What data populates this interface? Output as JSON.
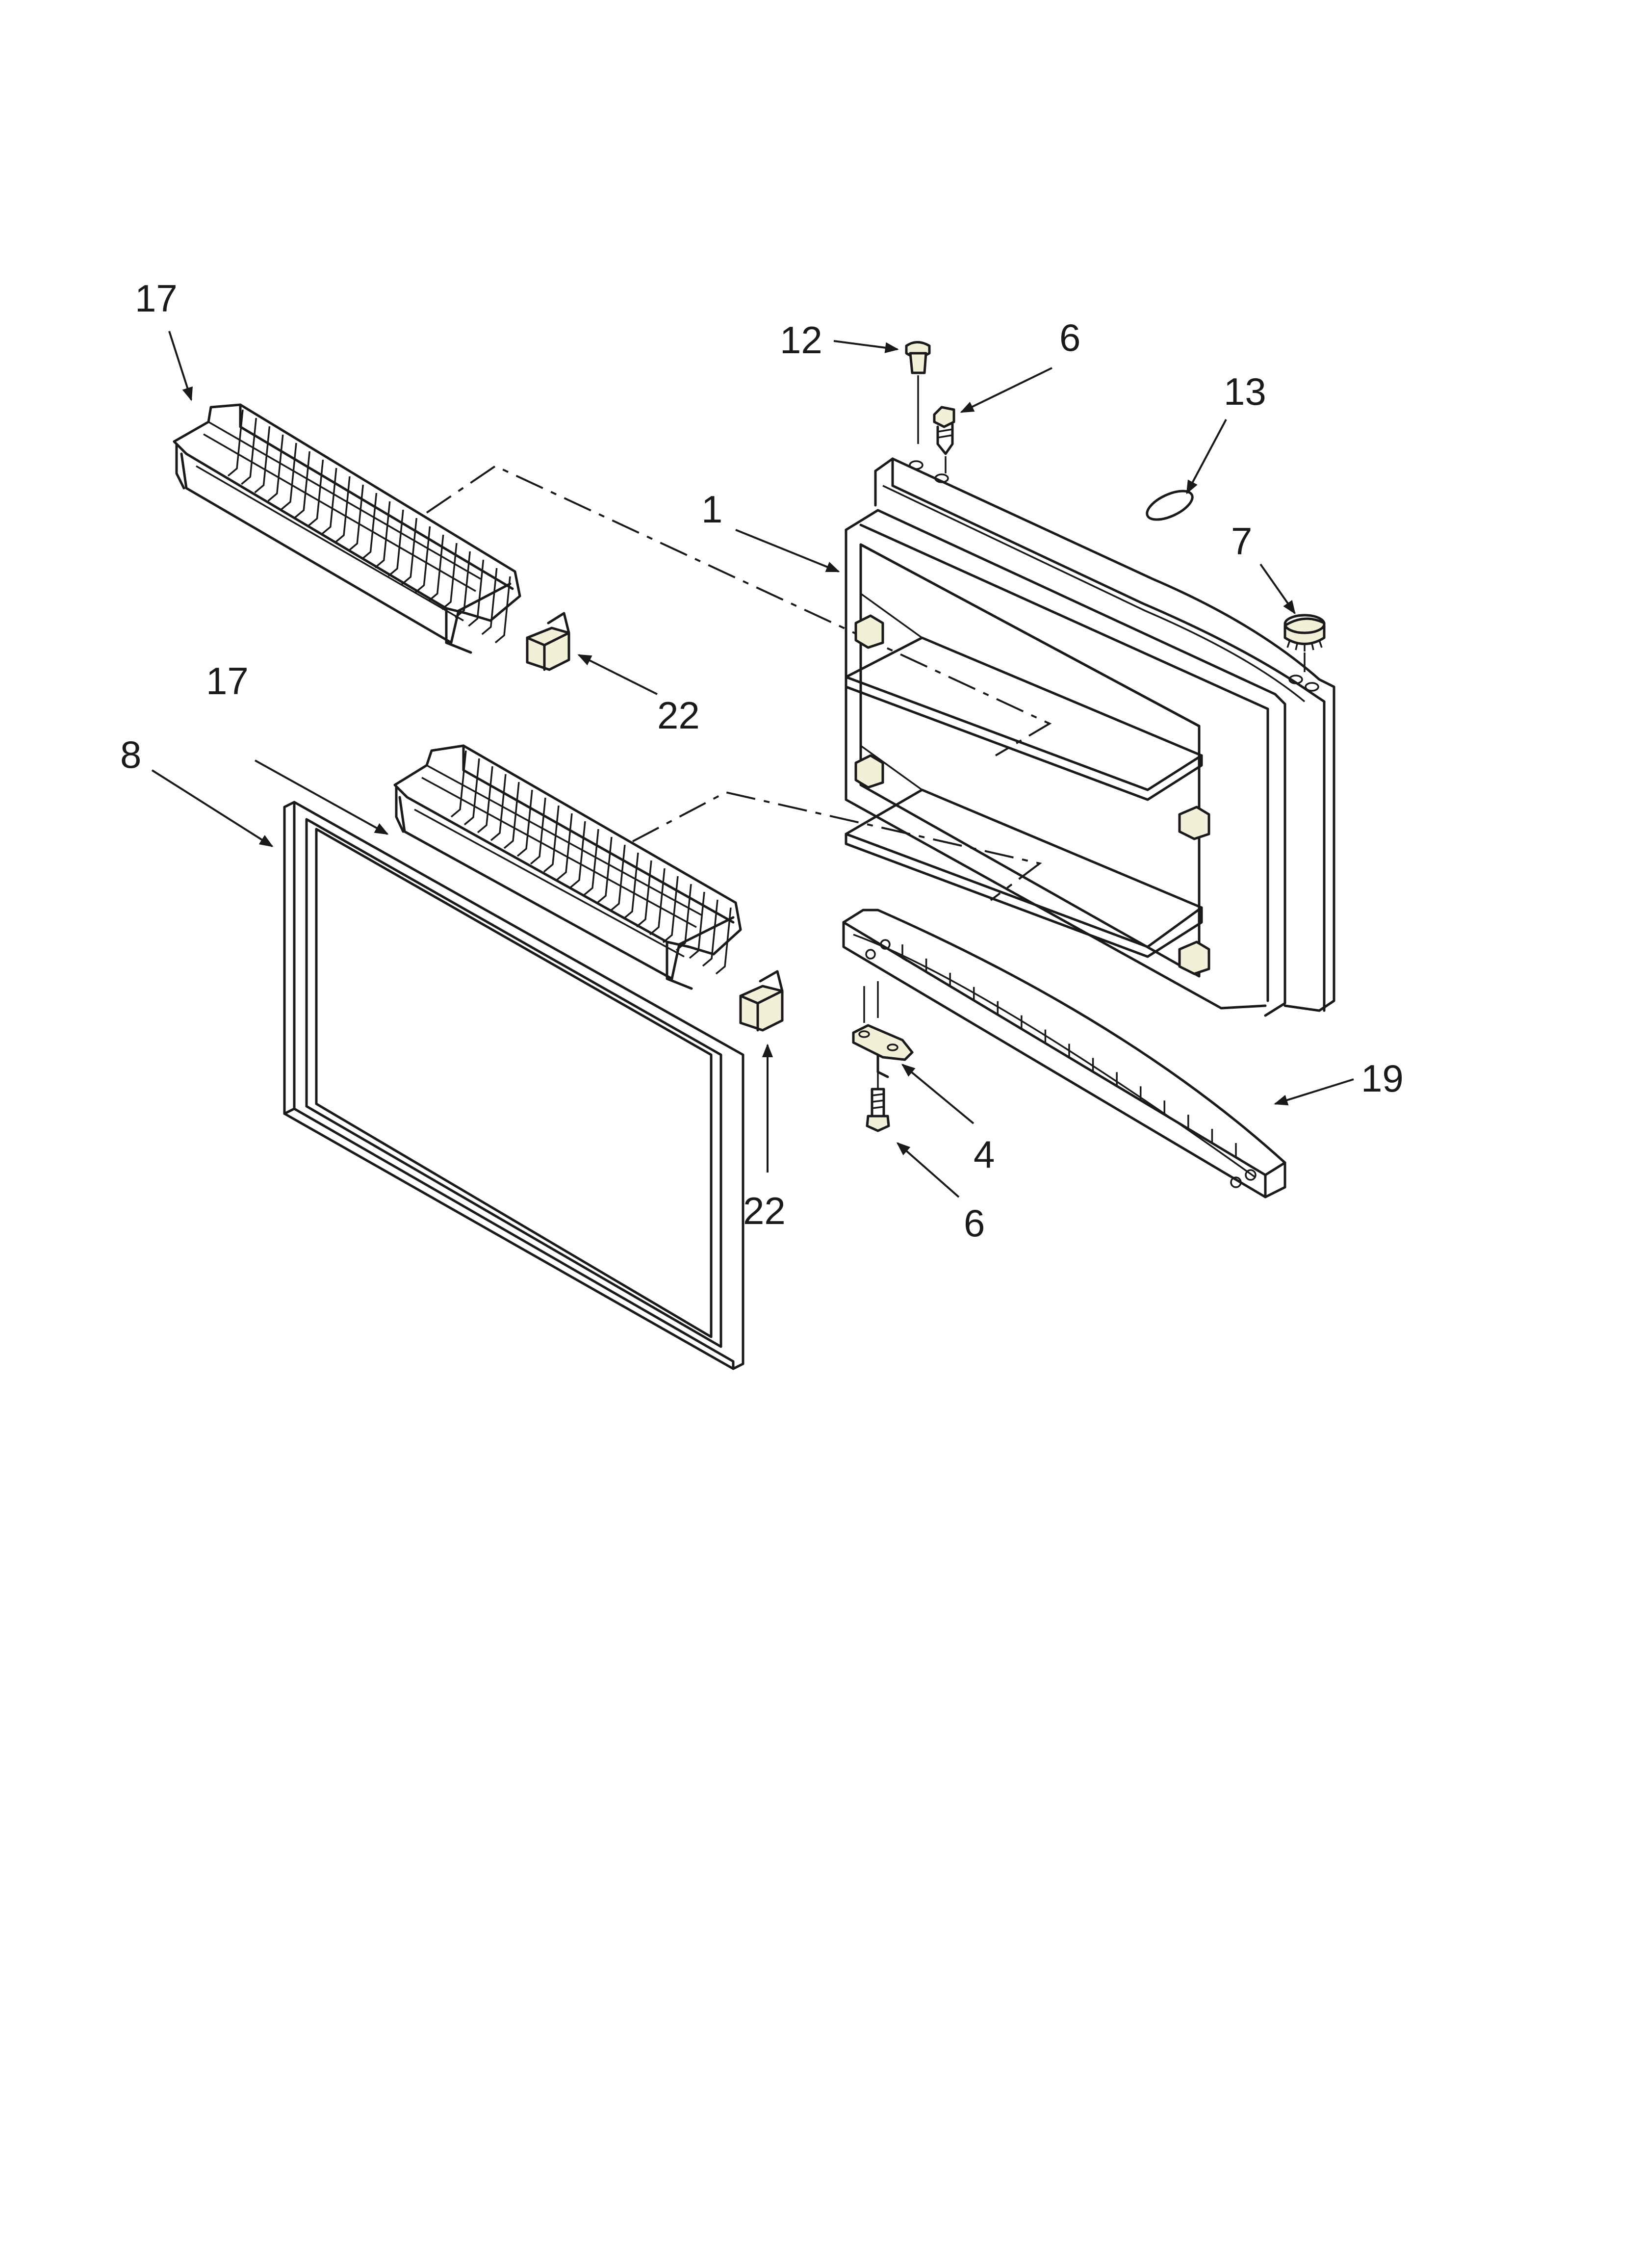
{
  "diagram": {
    "callouts": [
      {
        "id": "c17a",
        "label": "17"
      },
      {
        "id": "c17b",
        "label": "17"
      },
      {
        "id": "c22a",
        "label": "22"
      },
      {
        "id": "c22b",
        "label": "22"
      },
      {
        "id": "c8",
        "label": "8"
      },
      {
        "id": "c1",
        "label": "1"
      },
      {
        "id": "c12",
        "label": "12"
      },
      {
        "id": "c6a",
        "label": "6"
      },
      {
        "id": "c13",
        "label": "13"
      },
      {
        "id": "c7",
        "label": "7"
      },
      {
        "id": "c19",
        "label": "19"
      },
      {
        "id": "c4",
        "label": "4"
      },
      {
        "id": "c6b",
        "label": "6"
      }
    ]
  }
}
